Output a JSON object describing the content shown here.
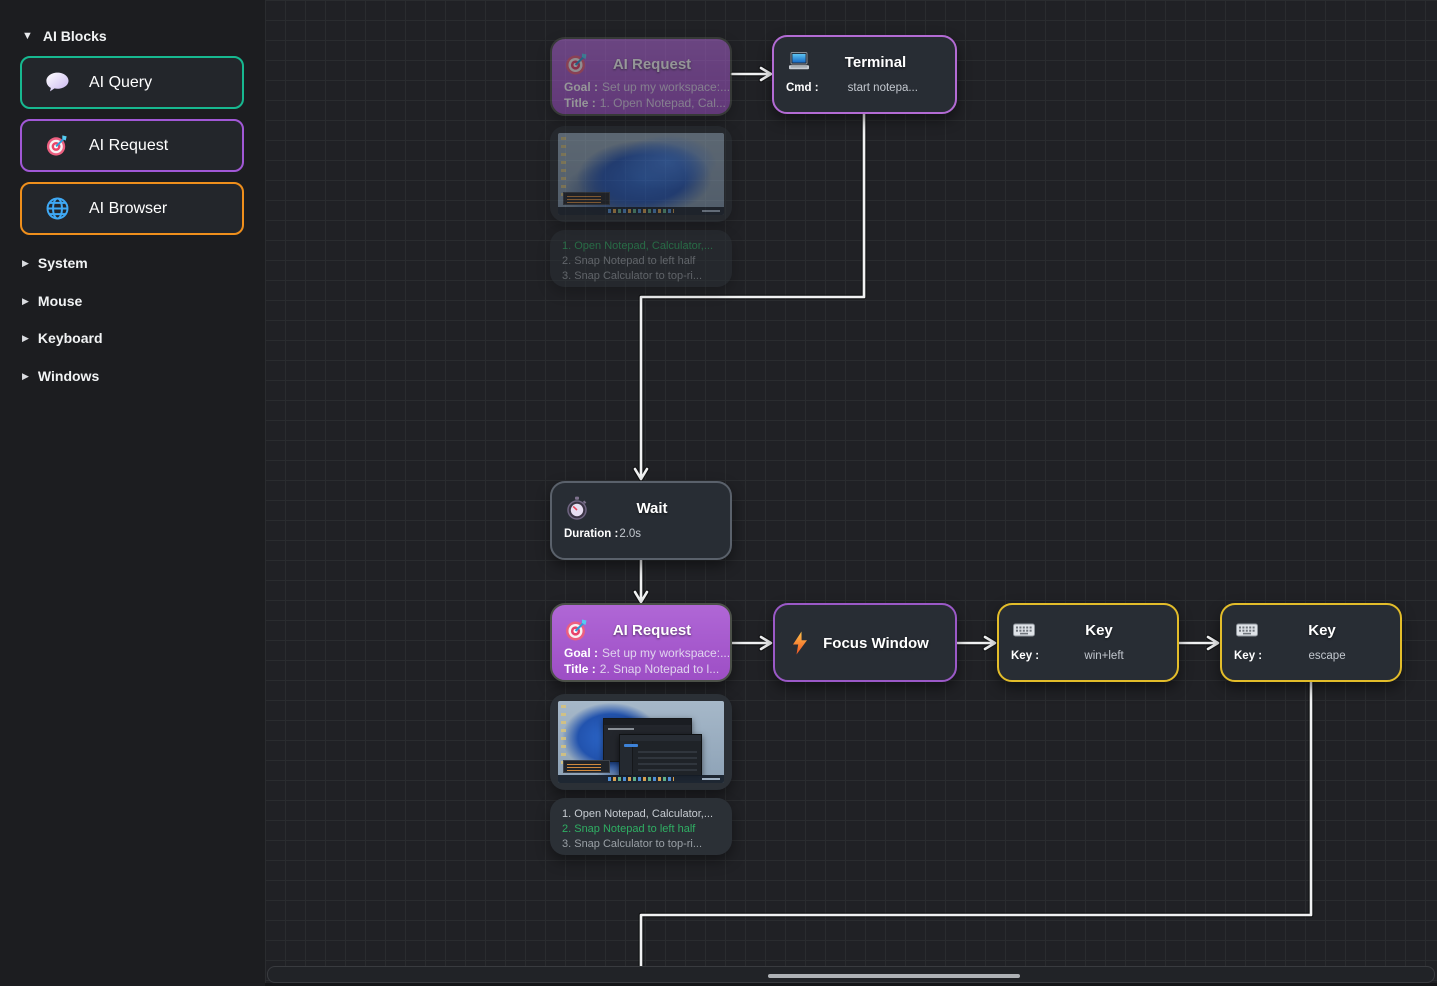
{
  "sidebar": {
    "title": "AI Blocks",
    "title_arrow": "▼",
    "section_arrow": "▶",
    "palette": [
      {
        "label": "AI Query",
        "icon": "chat-bubble-icon",
        "accent": "#17b890"
      },
      {
        "label": "AI Request",
        "icon": "target-icon",
        "accent": "#a158d6"
      },
      {
        "label": "AI Browser",
        "icon": "globe-icon",
        "accent": "#ef8f1c"
      }
    ],
    "sections": [
      {
        "label": "System"
      },
      {
        "label": "Mouse"
      },
      {
        "label": "Keyboard"
      },
      {
        "label": "Windows"
      }
    ]
  },
  "canvas": {
    "nodes": {
      "ai_request_1": {
        "title": "AI Request",
        "state": "completed",
        "rows": [
          {
            "label": "Goal :",
            "value": "Set up my workspace:..."
          },
          {
            "label": "Title :",
            "value": "1. Open Notepad, Cal..."
          }
        ]
      },
      "terminal": {
        "title": "Terminal",
        "rows": [
          {
            "label": "Cmd :",
            "value": "start notepa..."
          }
        ]
      },
      "wait": {
        "title": "Wait",
        "rows": [
          {
            "label": "Duration :",
            "value": "2.0s"
          }
        ]
      },
      "ai_request_2": {
        "title": "AI Request",
        "state": "active",
        "rows": [
          {
            "label": "Goal :",
            "value": "Set up my workspace:..."
          },
          {
            "label": "Title :",
            "value": "2. Snap Notepad to l..."
          }
        ]
      },
      "focus_window": {
        "title": "Focus Window"
      },
      "key_1": {
        "title": "Key",
        "rows": [
          {
            "label": "Key :",
            "value": "win+left"
          }
        ]
      },
      "key_2": {
        "title": "Key",
        "rows": [
          {
            "label": "Key :",
            "value": "escape"
          }
        ]
      }
    },
    "checklists": [
      {
        "items": [
          {
            "text": "1. Open Notepad, Calculator,...",
            "state": "active"
          },
          {
            "text": "2. Snap Notepad to left half",
            "state": "pending"
          },
          {
            "text": "3. Snap Calculator to top-ri...",
            "state": "pending"
          }
        ]
      },
      {
        "items": [
          {
            "text": "1. Open Notepad, Calculator,...",
            "state": "done"
          },
          {
            "text": "2. Snap Notepad to left half",
            "state": "active"
          },
          {
            "text": "3. Snap Calculator to top-ri...",
            "state": "pending"
          }
        ]
      }
    ],
    "connections": [
      {
        "from": "ai_request_1",
        "to": "terminal"
      },
      {
        "from": "terminal",
        "to": "wait"
      },
      {
        "from": "wait",
        "to": "ai_request_2"
      },
      {
        "from": "ai_request_2",
        "to": "focus_window"
      },
      {
        "from": "focus_window",
        "to": "key_1"
      },
      {
        "from": "key_1",
        "to": "key_2"
      },
      {
        "from": "key_2",
        "to": "offscreen-below"
      }
    ],
    "colors": {
      "edge": "#f1f2f3",
      "node_purple": "#a55ccd",
      "terminal_border": "#b36bd4",
      "focus_border": "#9b59c7",
      "key_border": "#e3bd2a",
      "wait_border": "#5a616b",
      "checklist_active": "#2fae63"
    }
  }
}
